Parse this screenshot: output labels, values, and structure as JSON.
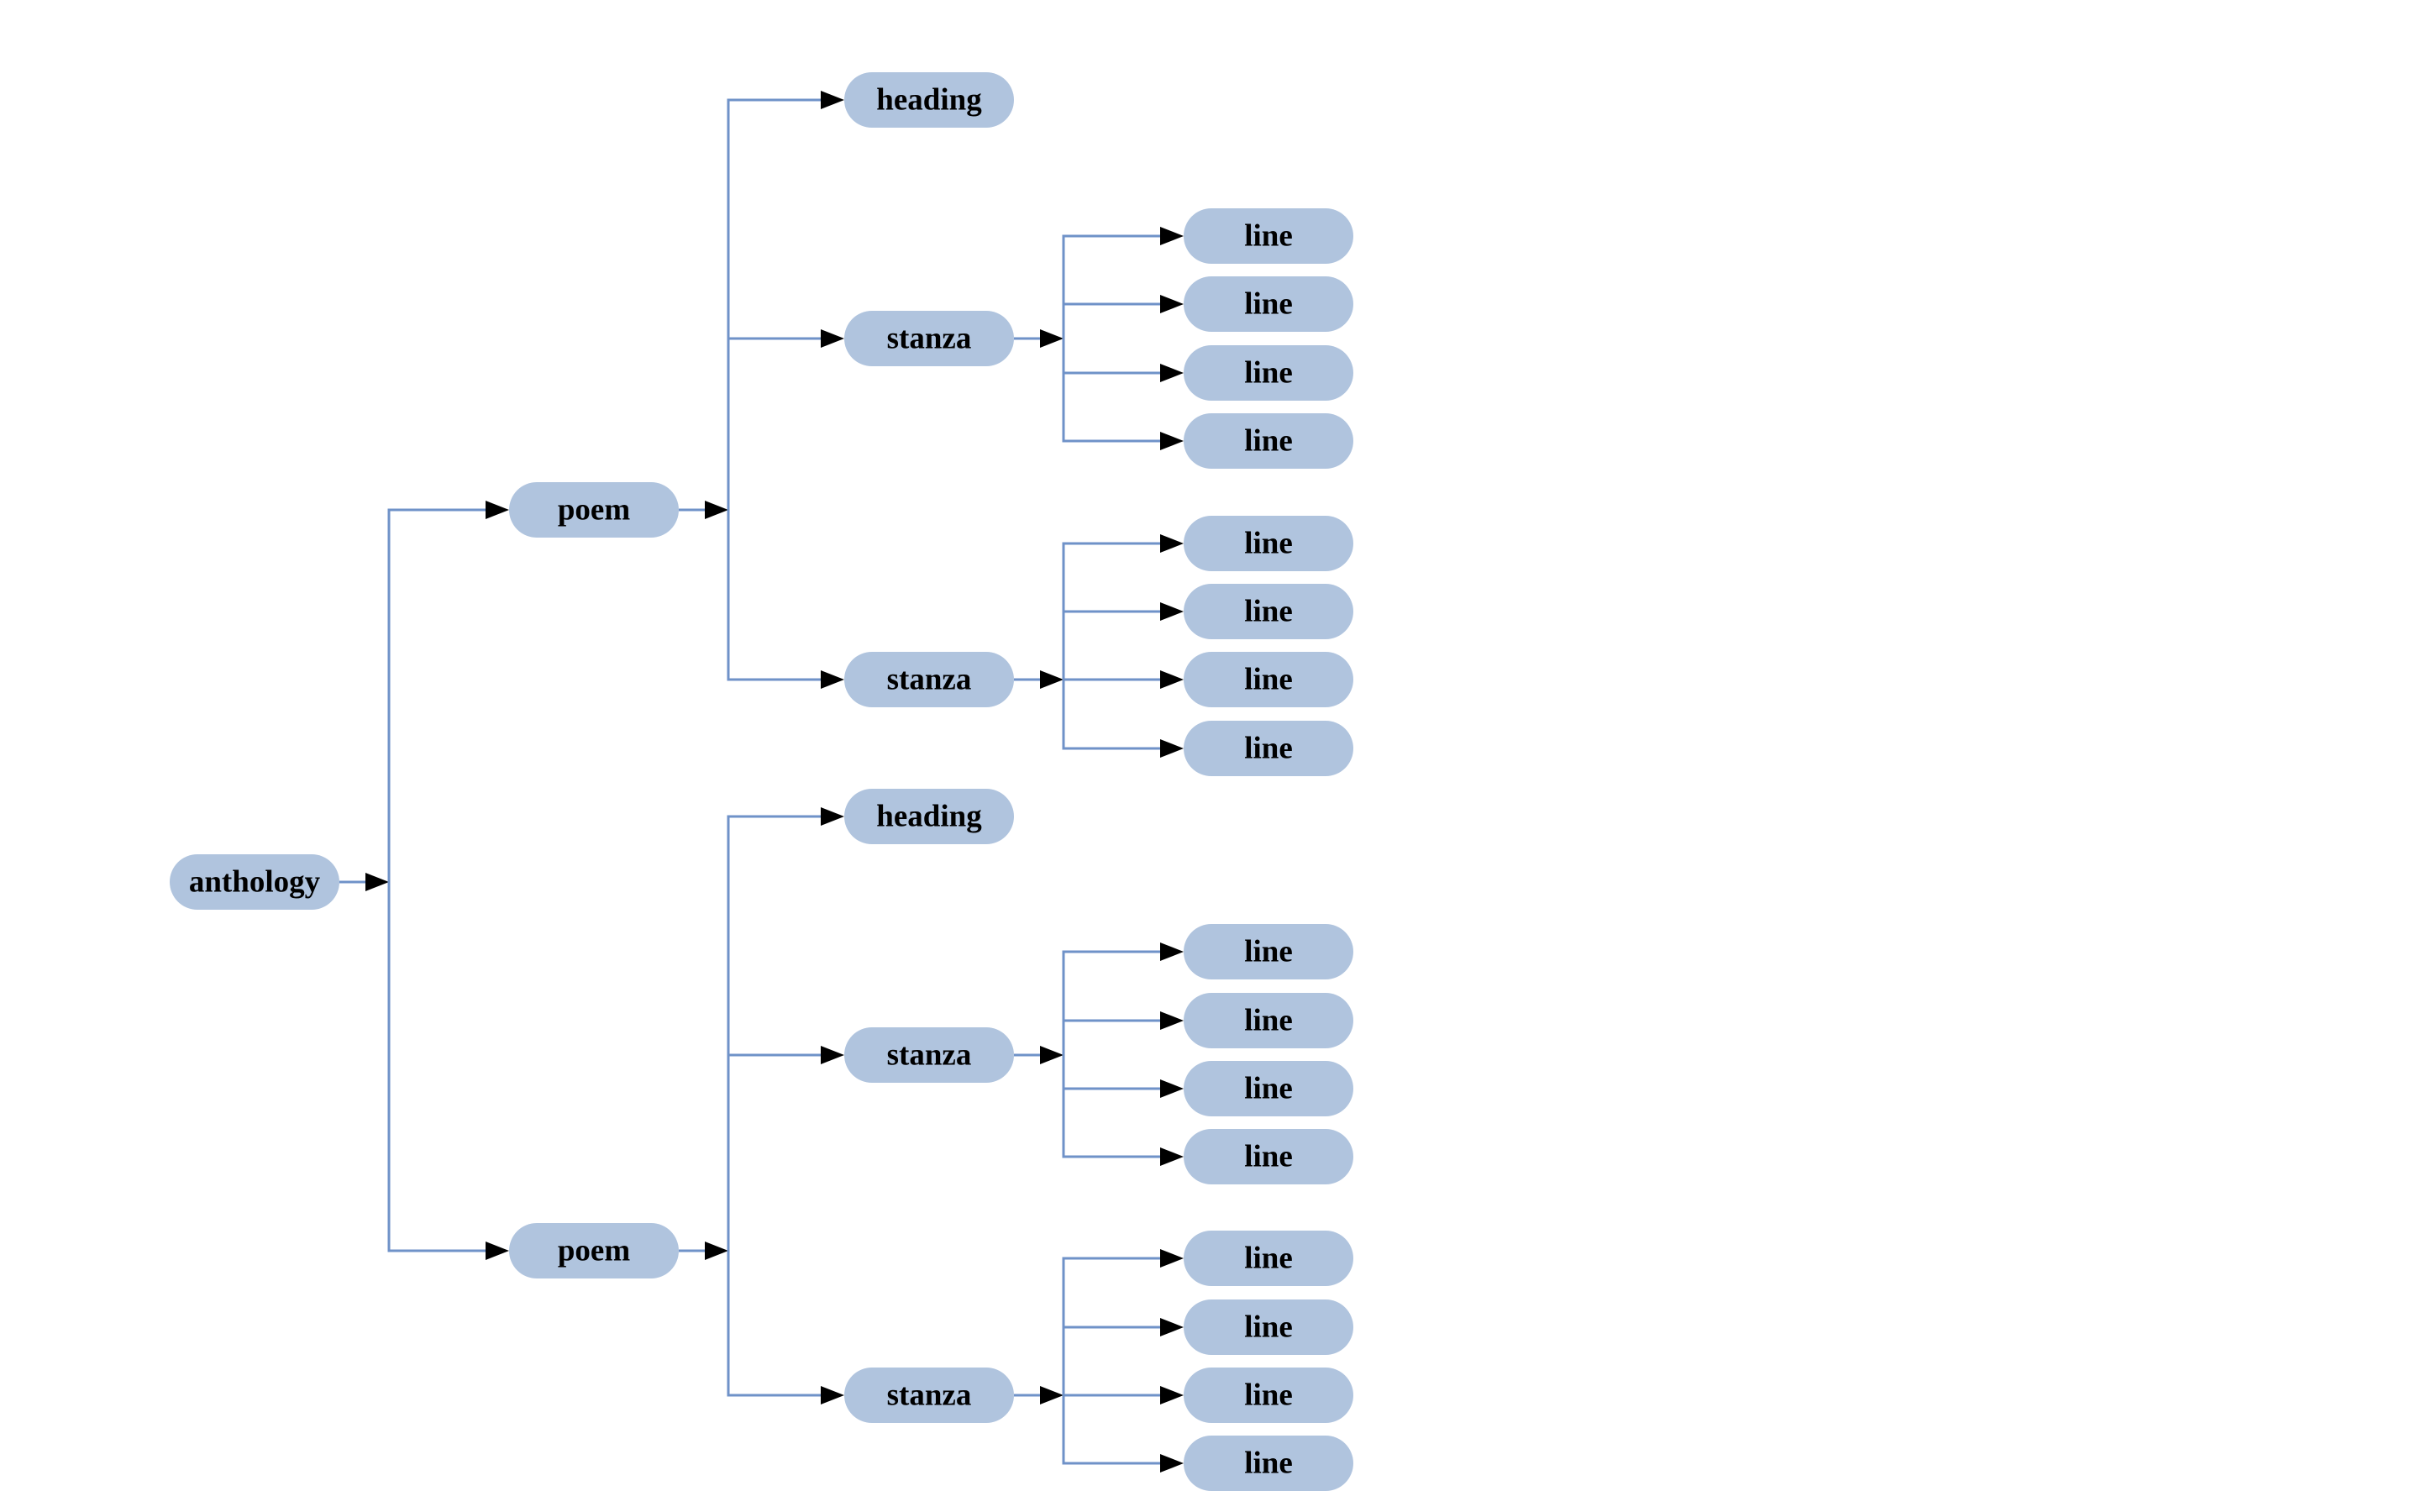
{
  "diagram": {
    "background_color": "#ffffff",
    "node_fill_color": "#b0c4de",
    "edge_color": "#6f92c8",
    "arrow_color": "#000000",
    "text_color": "#000000",
    "tree": {
      "label": "anthology",
      "children": [
        {
          "label": "poem",
          "children": [
            {
              "label": "heading",
              "children": []
            },
            {
              "label": "stanza",
              "children": [
                {
                  "label": "line",
                  "children": []
                },
                {
                  "label": "line",
                  "children": []
                },
                {
                  "label": "line",
                  "children": []
                },
                {
                  "label": "line",
                  "children": []
                }
              ]
            },
            {
              "label": "stanza",
              "children": [
                {
                  "label": "line",
                  "children": []
                },
                {
                  "label": "line",
                  "children": []
                },
                {
                  "label": "line",
                  "children": []
                },
                {
                  "label": "line",
                  "children": []
                }
              ]
            }
          ]
        },
        {
          "label": "poem",
          "children": [
            {
              "label": "heading",
              "children": []
            },
            {
              "label": "stanza",
              "children": [
                {
                  "label": "line",
                  "children": []
                },
                {
                  "label": "line",
                  "children": []
                },
                {
                  "label": "line",
                  "children": []
                },
                {
                  "label": "line",
                  "children": []
                }
              ]
            },
            {
              "label": "stanza",
              "children": [
                {
                  "label": "line",
                  "children": []
                },
                {
                  "label": "line",
                  "children": []
                },
                {
                  "label": "line",
                  "children": []
                },
                {
                  "label": "line",
                  "children": []
                }
              ]
            }
          ]
        }
      ]
    }
  }
}
